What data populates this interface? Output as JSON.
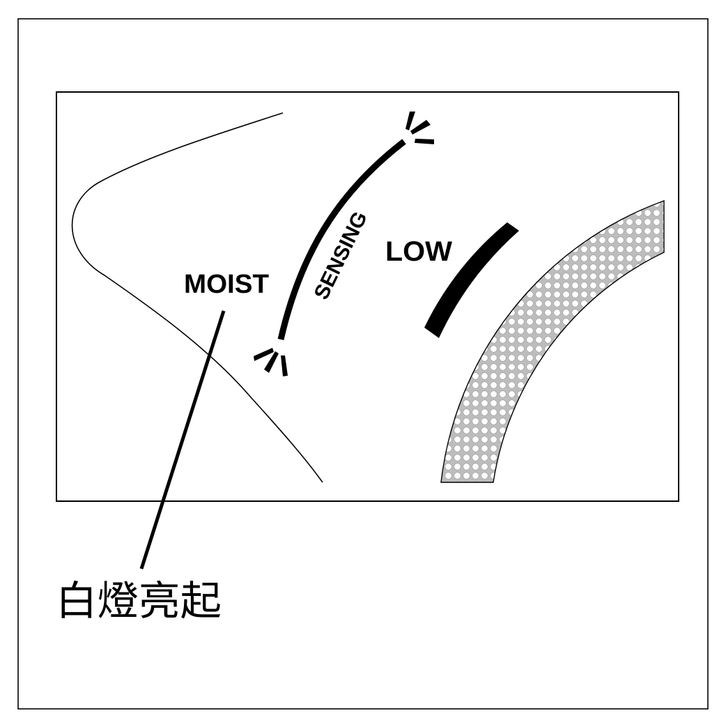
{
  "labels": {
    "moist": "MOIST",
    "sensing": "SENSING",
    "low": "LOW",
    "caption": "白燈亮起"
  },
  "colors": {
    "ink": "#000000",
    "background": "#ffffff",
    "dotted_fill": "#c8c8c8",
    "dot_hole": "#ffffff"
  },
  "icons": {
    "sensing_end_marks": "sparkle-ticks",
    "low_indicator": "thick-bar",
    "dial_ring": "dotted-ring"
  }
}
